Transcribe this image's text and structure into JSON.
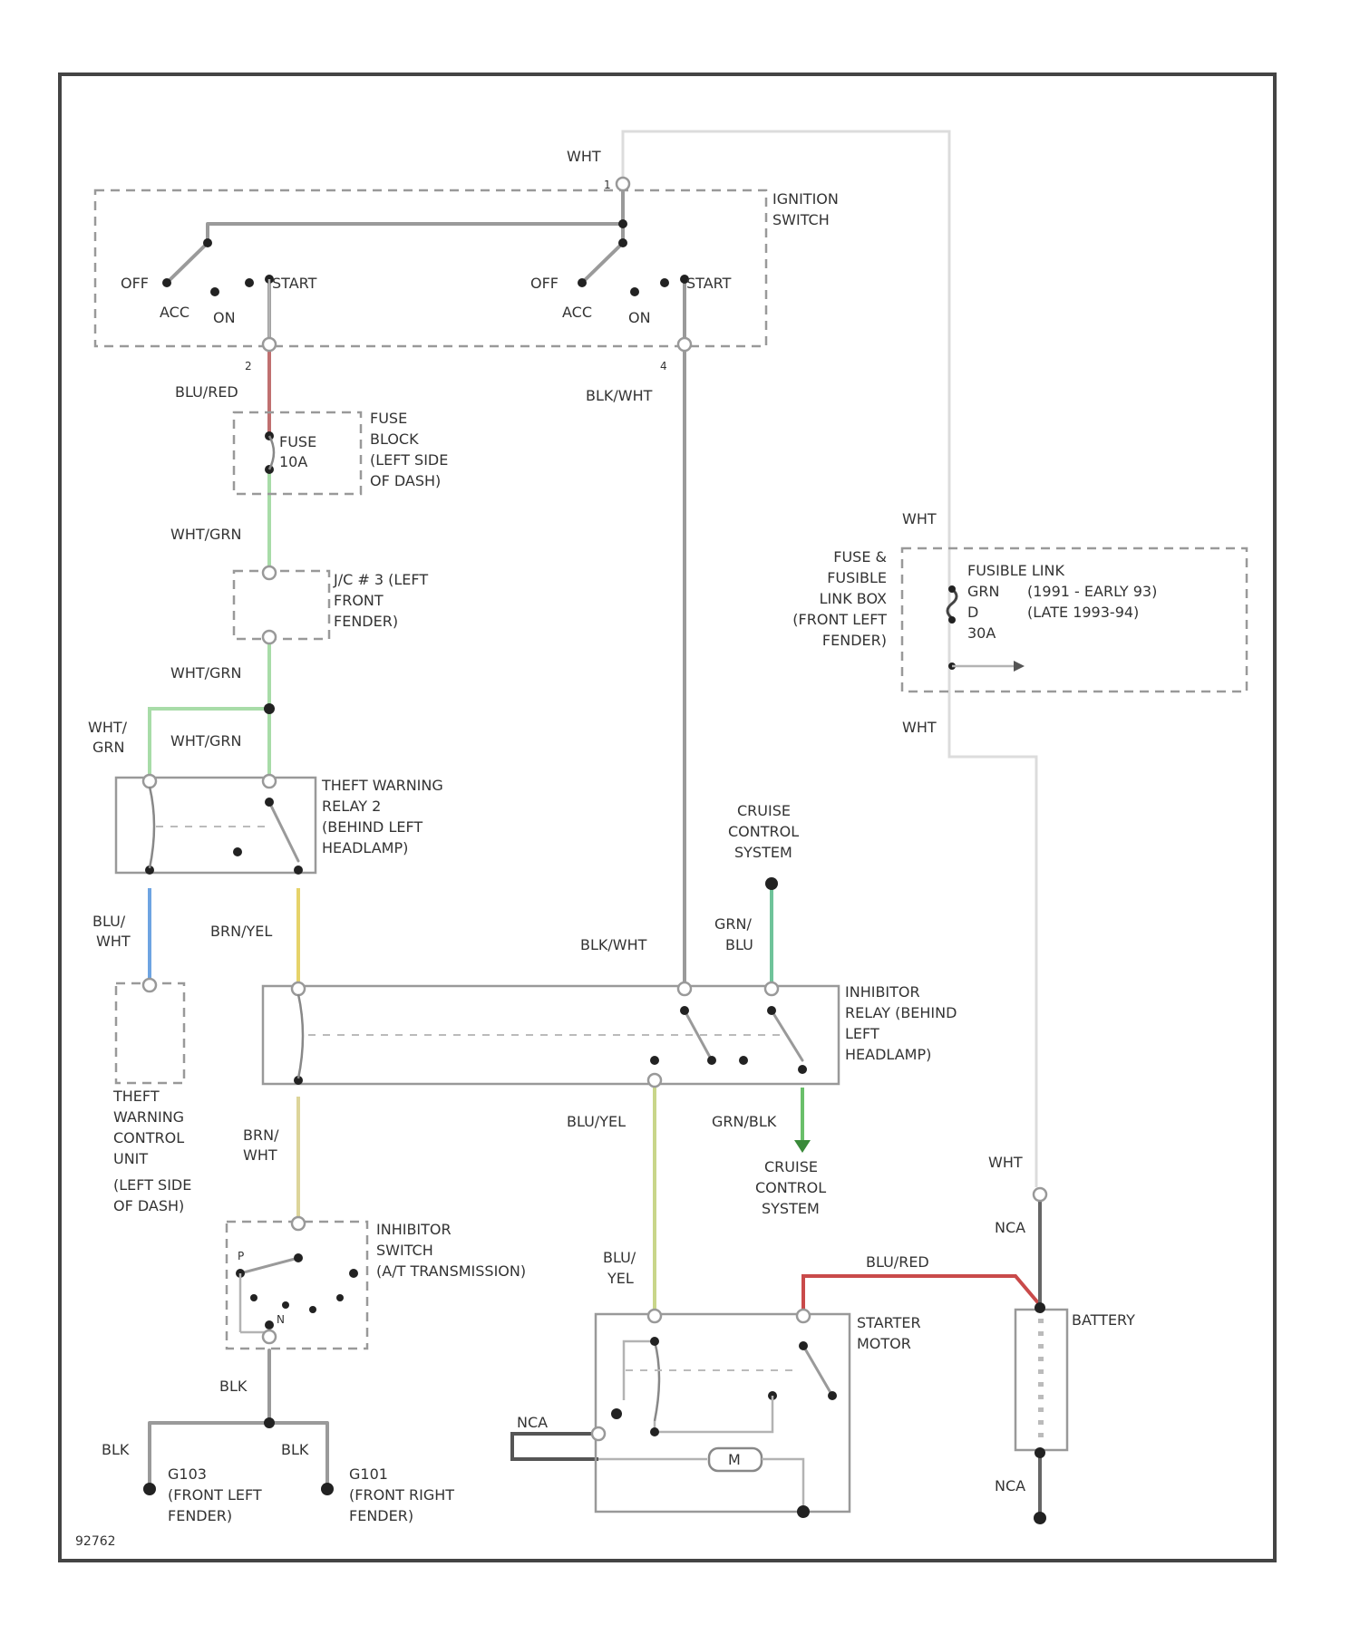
{
  "diagram_id": "92762",
  "colors": {
    "wire": "#9a9a9a",
    "bluered": "#c07070",
    "whtgrn": "#a8dca8",
    "grnblu": "#6fc39a",
    "bluwht": "#6ea4e2",
    "brnyel": "#e6d36a",
    "brnwht": "#ddd59a",
    "bluyel": "#c9d68a",
    "grnblk": "#6abf6a",
    "battery_red": "#c94a4a",
    "battery_neg": "#666666",
    "wht": "#dcdcdc"
  },
  "components": {
    "ignition_switch": {
      "label_1": "IGNITION",
      "label_2": "SWITCH",
      "left_positions": {
        "off": "OFF",
        "acc": "ACC",
        "on": "ON",
        "start": "START"
      },
      "right_positions": {
        "off": "OFF",
        "acc": "ACC",
        "on": "ON",
        "start": "START"
      }
    },
    "fuse_block": {
      "fuse_1": "FUSE",
      "fuse_2": "10A",
      "label": [
        "FUSE",
        "BLOCK",
        "(LEFT SIDE",
        "OF DASH)"
      ]
    },
    "connector": {
      "label": [
        "J/C # 3 (LEFT",
        "FRONT",
        "FENDER)"
      ]
    },
    "theft_relay": {
      "label": [
        "THEFT WARNING",
        "RELAY 2",
        "(BEHIND LEFT",
        "HEADLAMP)"
      ]
    },
    "theft_unit": {
      "label": [
        "THEFT",
        "WARNING",
        "CONTROL",
        "UNIT",
        "(LEFT SIDE",
        "OF DASH)"
      ]
    },
    "inhibitor_relay": {
      "label": [
        "INHIBITOR",
        "RELAY (BEHIND",
        "LEFT",
        "HEADLAMP)"
      ]
    },
    "cruise_top": {
      "label": [
        "CRUISE",
        "CONTROL",
        "SYSTEM"
      ]
    },
    "cruise_bottom": {
      "label": [
        "CRUISE",
        "CONTROL",
        "SYSTEM"
      ]
    },
    "inhibitor_switch": {
      "label": [
        "INHIBITOR",
        "SWITCH",
        "(A/T TRANSMISSION)"
      ],
      "gear_p": "P",
      "gear_n": "N"
    },
    "fusible_box": {
      "label": [
        "FUSE &",
        "FUSIBLE",
        "LINK BOX",
        "(FRONT LEFT",
        "FENDER)"
      ],
      "inner": [
        "FUSIBLE LINK",
        "GRN",
        "(1991 - EARLY 93)",
        "D",
        "(LATE 1993-94)",
        "30A"
      ]
    },
    "starter": {
      "label": [
        "STARTER",
        "MOTOR"
      ],
      "motor": "M"
    },
    "battery": {
      "label": "BATTERY"
    },
    "ground_left": {
      "label": [
        "G103",
        "(FRONT LEFT",
        "FENDER)"
      ]
    },
    "ground_right": {
      "label": [
        "G101",
        "(FRONT RIGHT",
        "FENDER)"
      ]
    }
  },
  "wires": {
    "wht_top": "WHT",
    "blu_red": "BLU/RED",
    "blk_wht_top": "BLK/WHT",
    "wht_grn_1": "WHT/GRN",
    "wht_grn_2": "WHT/GRN",
    "wht_grn_3": "WHT/GRN",
    "wht_grn_branch": [
      "WHT/",
      "GRN"
    ],
    "blu_wht": [
      "BLU/",
      "WHT"
    ],
    "brn_yel": "BRN/YEL",
    "blk_wht_mid": "BLK/WHT",
    "grn_blu": [
      "GRN/",
      "BLU"
    ],
    "brn_wht": [
      "BRN/",
      "WHT"
    ],
    "blu_yel_1": "BLU/YEL",
    "blu_yel_2": [
      "BLU/",
      "YEL"
    ],
    "grn_blk": "GRN/BLK",
    "blu_red_battery": "BLU/RED",
    "wht_fuse_top": "WHT",
    "wht_fuse_bottom": "WHT",
    "wht_battery": "WHT",
    "nca_1": "NCA",
    "nca_2": "NCA",
    "nca_3": "NCA",
    "blk_1": "BLK",
    "blk_2": "BLK",
    "blk_3": "BLK"
  },
  "pins": {
    "p1": "1",
    "p2": "4",
    "p3": "2"
  }
}
